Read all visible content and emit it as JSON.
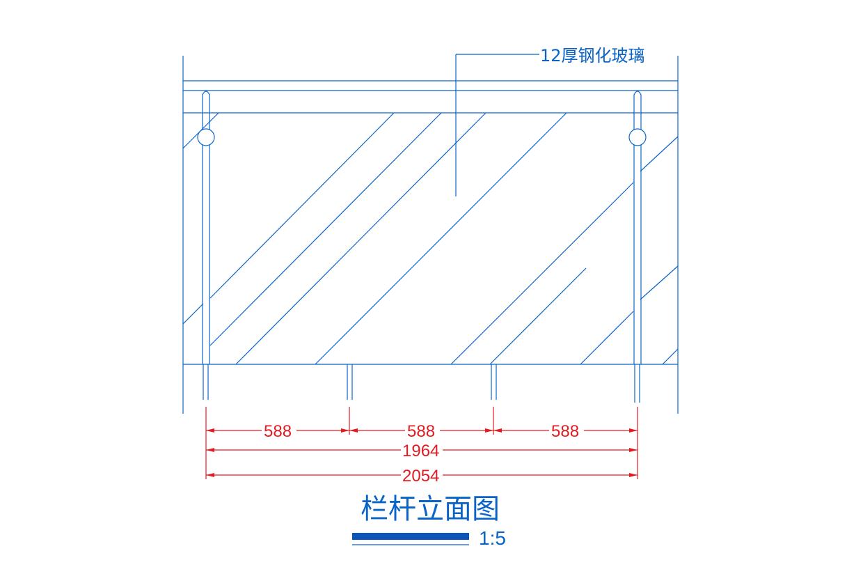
{
  "annotation": {
    "glass_label": "12厚钢化玻璃"
  },
  "dimensions": {
    "segments": [
      "588",
      "588",
      "588"
    ],
    "inner_total": "1964",
    "outer_total": "2054"
  },
  "title": {
    "text": "栏杆立面图",
    "scale": "1:5"
  },
  "colors": {
    "drawing": "#0a64c8",
    "dimension": "#e31b23",
    "title_bar": "#0a56b8"
  }
}
